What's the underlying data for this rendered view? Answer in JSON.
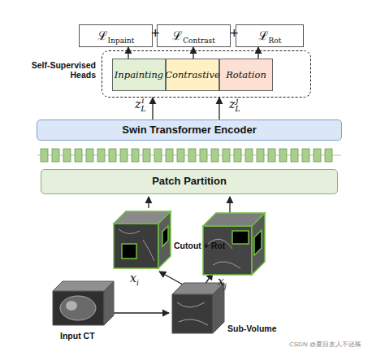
{
  "diagram": {
    "nodes": [
      {
        "text": [
          "ℒInpaint"
        ]
      },
      {
        "text": [
          "ℒContrast"
        ]
      },
      {
        "text": [
          "ℒRot"
        ]
      },
      {
        "text": [
          "Self-Supervised Heads"
        ]
      },
      {
        "text": [
          "Inpainting"
        ],
        "in": 3
      },
      {
        "text": [
          "Contrastive"
        ],
        "in": 3
      },
      {
        "text": [
          "Rotation"
        ],
        "in": 3
      },
      {
        "text": [
          "Swin Transformer Encoder"
        ]
      },
      {
        "text": [
          "Patch Partition"
        ]
      }
    ],
    "edges": [
      {
        "from": 4,
        "to": 0,
        "arrow": "to"
      },
      {
        "from": 5,
        "to": 1,
        "arrow": "to"
      },
      {
        "from": 6,
        "to": 2,
        "arrow": "to"
      },
      {
        "from": 7,
        "to": 3,
        "label": "zLi",
        "arrow": "to"
      },
      {
        "from": 7,
        "to": 3,
        "label": "zLj",
        "arrow": "to"
      }
    ],
    "labels": [
      "+",
      "+",
      "Cutout + Rot",
      "xi",
      "xj",
      "Input CT",
      "Sub-Volume",
      "CSDN @夏目友人不还账"
    ]
  }
}
